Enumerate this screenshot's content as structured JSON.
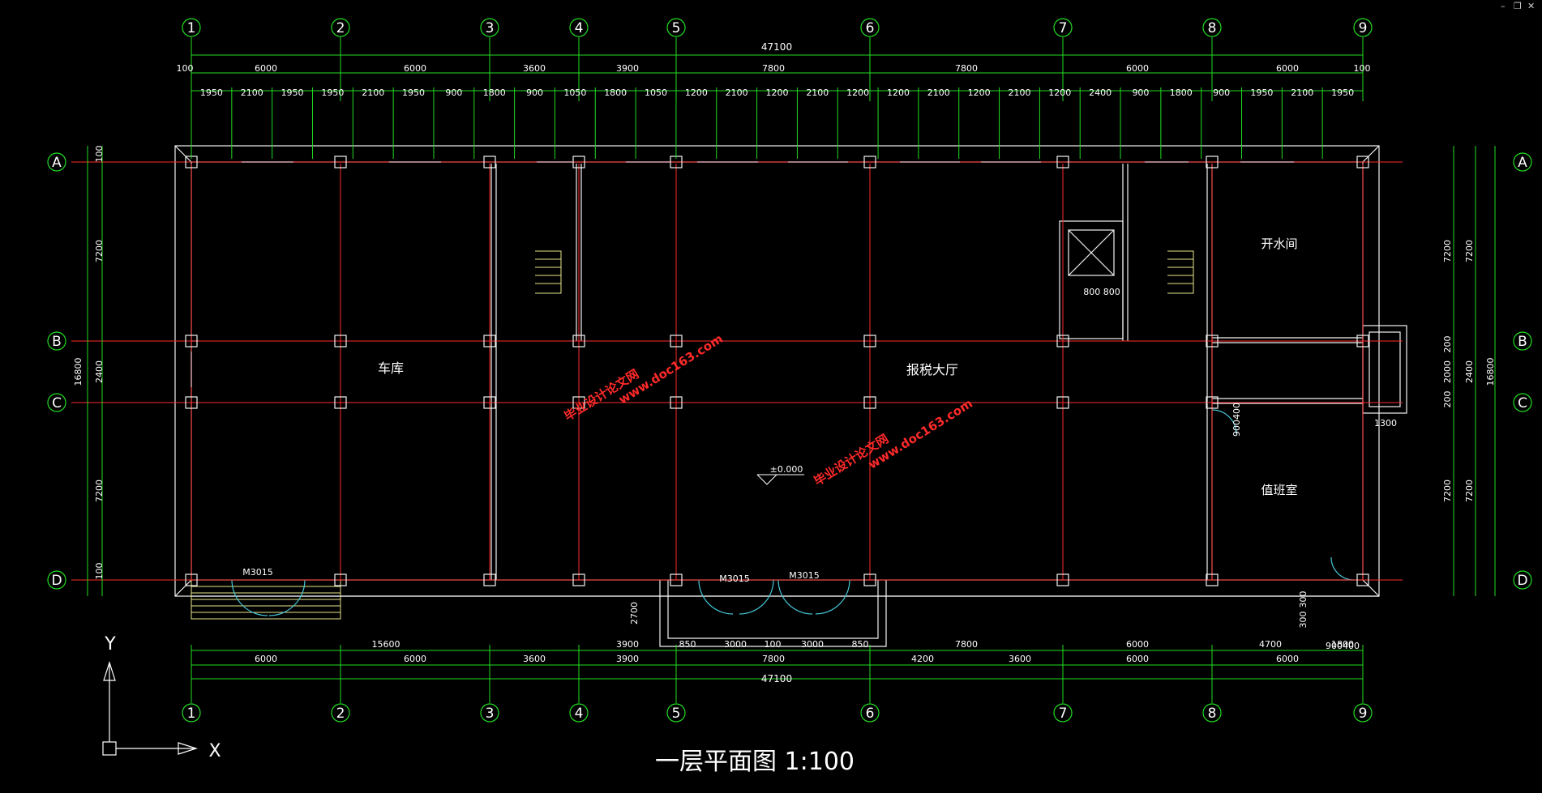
{
  "window_controls": {
    "minimize": "–",
    "restore": "❐",
    "close": "✕"
  },
  "grid": {
    "cols": [
      "1",
      "2",
      "3",
      "4",
      "5",
      "6",
      "7",
      "8",
      "9"
    ],
    "rows": [
      "A",
      "B",
      "C",
      "D"
    ]
  },
  "dims": {
    "total_top": "47100",
    "total_bottom": "47100",
    "top_row1": [
      "100",
      "6000",
      "6000",
      "3600",
      "3900",
      "7800",
      "7800",
      "6000",
      "6000",
      "100"
    ],
    "top_row2": [
      "1950",
      "2100",
      "1950",
      "1950",
      "2100",
      "1950",
      "900",
      "1800",
      "900",
      "1050",
      "1800",
      "1050",
      "1200",
      "2100",
      "1200",
      "2100",
      "1200",
      "1200",
      "2100",
      "1200",
      "2100",
      "1200",
      "2400",
      "900",
      "1800",
      "900",
      "1950",
      "2100",
      "1950"
    ],
    "bottom_row1": [
      "15600",
      "3900",
      "850",
      "3000",
      "100",
      "3000",
      "850",
      "7800",
      "6000",
      "4700",
      "1800"
    ],
    "bottom_row1_extra": "900400",
    "bottom_row2": [
      "6000",
      "6000",
      "3600",
      "3900",
      "7800",
      "4200",
      "3600",
      "6000",
      "6000"
    ],
    "left": [
      "100",
      "7200",
      "2400",
      "7200",
      "100"
    ],
    "left_total": "16800",
    "right_outer": [
      "7200",
      "2400",
      "7200"
    ],
    "right_inner": [
      "7200",
      "200",
      "2000",
      "200",
      "7200"
    ],
    "right_total": "16800",
    "entrance_depth": "2700",
    "right_bottom": [
      "300",
      "300"
    ],
    "stair_right_dim": "1300",
    "lift_dims": "800 800",
    "duty_door_dim": "900400"
  },
  "rooms": {
    "garage": "车库",
    "tax_hall": "报税大厅",
    "boiler_room": "开水间",
    "duty_room": "值班室"
  },
  "doors": {
    "garage_door": "M3015",
    "main_door_left": "M3015",
    "main_door_right": "M3015"
  },
  "elevation": "±0.000",
  "watermark": {
    "line1": "毕业设计论文网",
    "line2": "www.doc163.com"
  },
  "axis": {
    "x": "X",
    "y": "Y"
  },
  "title": "一层平面图 1:100",
  "colors": {
    "grid_axis": "#ff2a2a",
    "dimension": "#22dd22",
    "wall": "#f2f2f2",
    "window": "#46c8d8",
    "text": "#ffffff",
    "watermark": "#ff2a2a",
    "stair": "#e6e68a"
  }
}
